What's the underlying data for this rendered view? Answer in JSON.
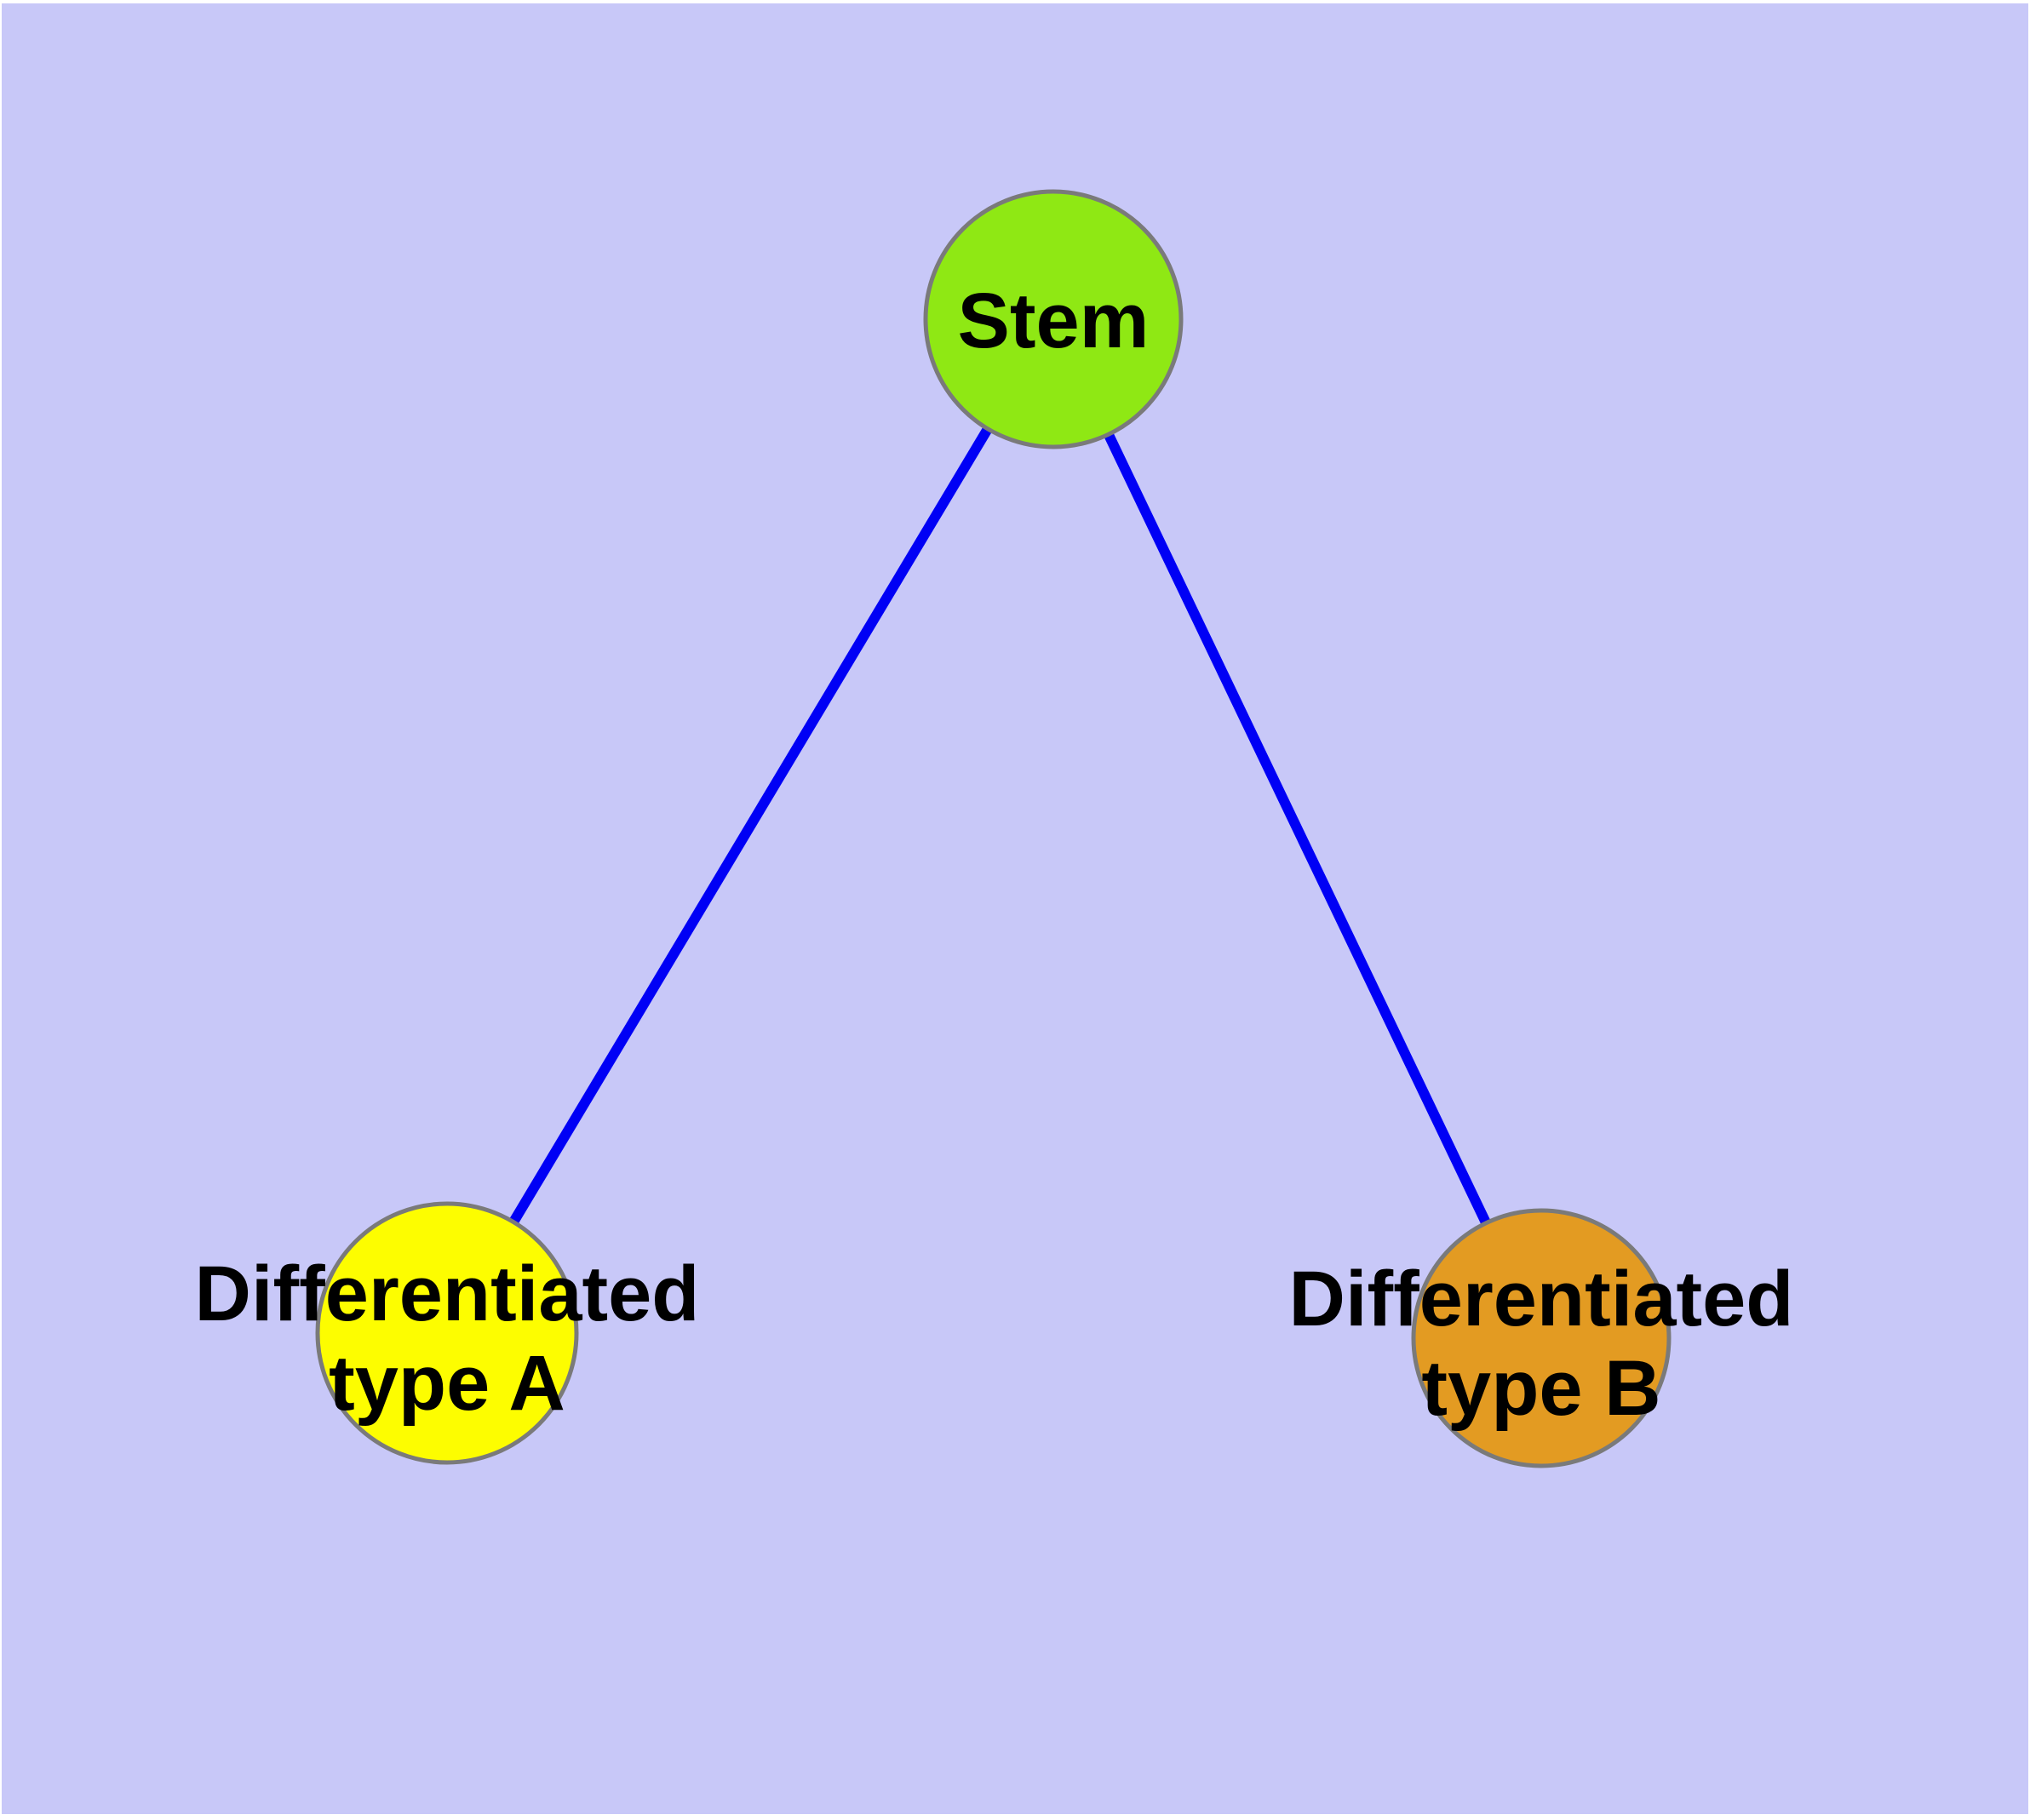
{
  "diagram": {
    "type": "node-link-graph",
    "colors": {
      "page_margin": "#ffffff",
      "background": "#c8c8f8",
      "edge": "#0000f5",
      "node_border": "#7a7a7a",
      "label": "#000000"
    },
    "nodes": [
      {
        "id": "stem",
        "label": "Stem",
        "label_lines": [
          "Stem"
        ],
        "fill": "#8fe814"
      },
      {
        "id": "differentiated-type-a",
        "label": "Differentiated type A",
        "label_lines": [
          "Differentiated",
          "type A"
        ],
        "fill": "#fdfd00"
      },
      {
        "id": "differentiated-type-b",
        "label": "Differentiated type B",
        "label_lines": [
          "Differentiated",
          "type B"
        ],
        "fill": "#e39b22"
      }
    ],
    "edges": [
      {
        "from": "Stem",
        "to": "Differentiated type A"
      },
      {
        "from": "Stem",
        "to": "Differentiated type B"
      }
    ]
  }
}
